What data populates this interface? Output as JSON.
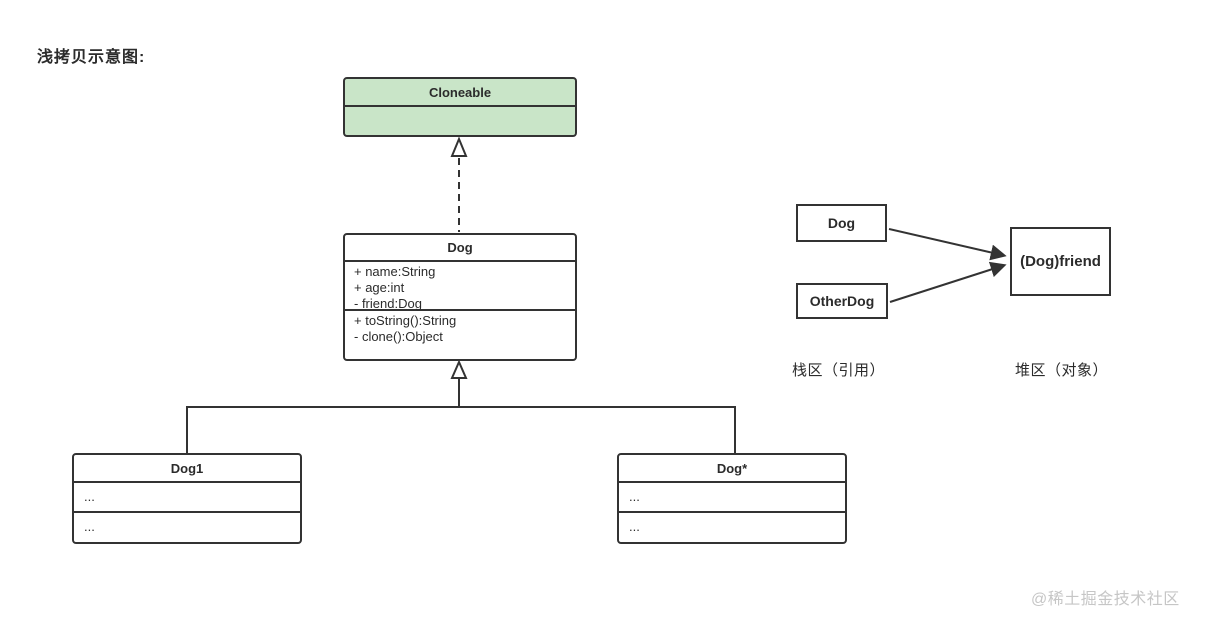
{
  "title": "浅拷贝示意图:",
  "colors": {
    "line": "#333333",
    "class_header_green": "#c9e5c8",
    "text": "#2b2b2b",
    "watermark": "#c6c6c6",
    "background": "#ffffff"
  },
  "uml": {
    "cloneable": {
      "name": "Cloneable"
    },
    "dog": {
      "name": "Dog",
      "fields": [
        "+ name:String",
        "+ age:int",
        "- friend:Dog"
      ],
      "methods": [
        "+ toString():String",
        "- clone():Object"
      ]
    },
    "dog1": {
      "name": "Dog1",
      "rows": [
        "...",
        "..."
      ]
    },
    "dog_star": {
      "name": "Dog*",
      "rows": [
        "...",
        "..."
      ]
    }
  },
  "memory": {
    "stack": {
      "refs": [
        "Dog",
        "OtherDog"
      ],
      "caption": "栈区（引用）"
    },
    "heap": {
      "object": "(Dog)friend",
      "caption": "堆区（对象）"
    }
  },
  "watermark": "@稀土掘金技术社区"
}
